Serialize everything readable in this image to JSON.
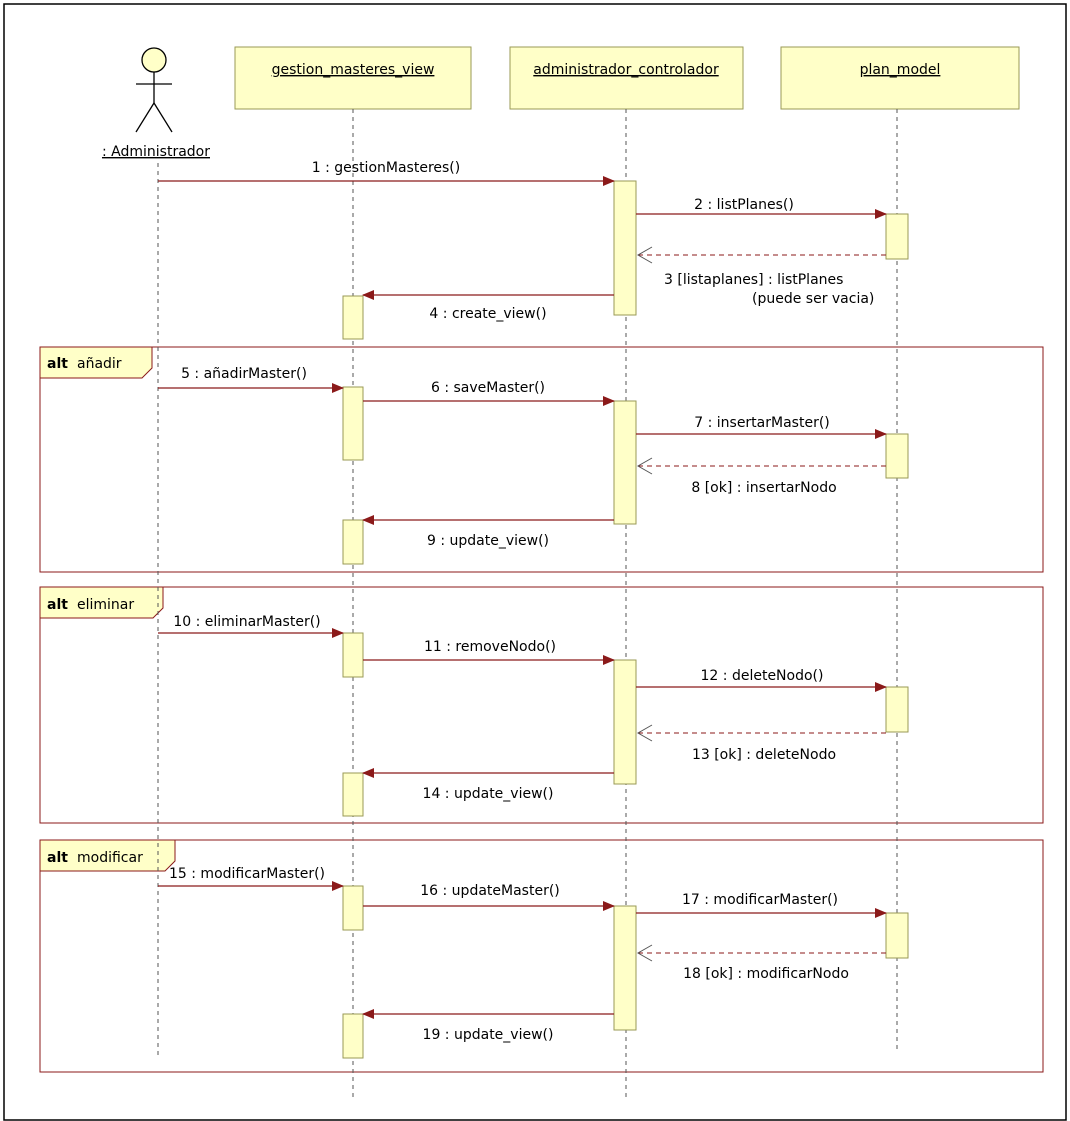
{
  "diagram": {
    "actor": {
      "label": ": Administrador"
    },
    "lifelines": [
      {
        "id": "view",
        "label": "gestion_masteres_view"
      },
      {
        "id": "ctrl",
        "label": "administrador_controlador"
      },
      {
        "id": "model",
        "label": "plan_model"
      }
    ],
    "colors": {
      "box_fill": "#FFFFC8",
      "box_stroke": "#9A9A56",
      "arrow": "#8B1A1A",
      "frame": "#8B1A1A",
      "lifeline": "#555555"
    },
    "messages": [
      {
        "id": "m1",
        "label": "1 : gestionMasteres()"
      },
      {
        "id": "m2",
        "label": "2 : listPlanes()"
      },
      {
        "id": "m3",
        "label": "3 [listaplanes] : listPlanes",
        "note": "(puede ser vacia)"
      },
      {
        "id": "m4",
        "label": "4 : create_view()"
      },
      {
        "id": "m5",
        "label": "5 : añadirMaster()"
      },
      {
        "id": "m6",
        "label": "6 : saveMaster()"
      },
      {
        "id": "m7",
        "label": "7 : insertarMaster()"
      },
      {
        "id": "m8",
        "label": "8 [ok] : insertarNodo"
      },
      {
        "id": "m9",
        "label": "9 : update_view()"
      },
      {
        "id": "m10",
        "label": "10 : eliminarMaster()"
      },
      {
        "id": "m11",
        "label": "11 : removeNodo()"
      },
      {
        "id": "m12",
        "label": "12 : deleteNodo()"
      },
      {
        "id": "m13",
        "label": "13 [ok] : deleteNodo"
      },
      {
        "id": "m14",
        "label": "14 : update_view()"
      },
      {
        "id": "m15",
        "label": "15 : modificarMaster()"
      },
      {
        "id": "m16",
        "label": "16 : updateMaster()"
      },
      {
        "id": "m17",
        "label": "17 : modificarMaster()"
      },
      {
        "id": "m18",
        "label": "18 [ok] : modificarNodo"
      },
      {
        "id": "m19",
        "label": "19 : update_view()"
      }
    ],
    "fragments": [
      {
        "id": "alt1",
        "keyword": "alt",
        "guard": "añadir"
      },
      {
        "id": "alt2",
        "keyword": "alt",
        "guard": "eliminar"
      },
      {
        "id": "alt3",
        "keyword": "alt",
        "guard": "modificar"
      }
    ]
  }
}
